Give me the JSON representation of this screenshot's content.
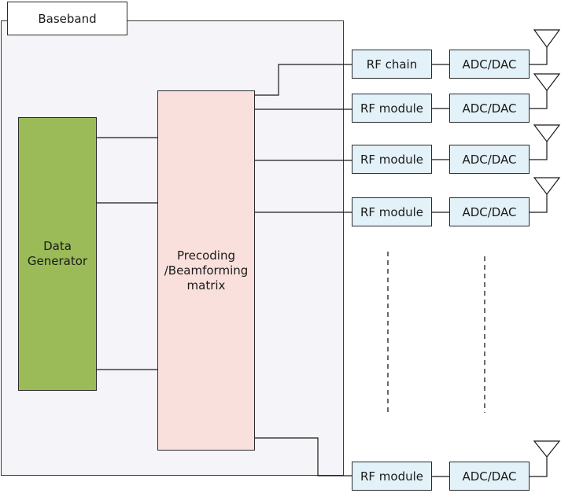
{
  "baseband": {
    "label": "Baseband"
  },
  "data_generator": {
    "label": "Data\nGenerator"
  },
  "precoding": {
    "label": "Precoding\n/Beamforming\nmatrix"
  },
  "rf_chains": [
    {
      "rf_label": "RF chain",
      "adc_label": "ADC/DAC"
    },
    {
      "rf_label": "RF module",
      "adc_label": "ADC/DAC"
    },
    {
      "rf_label": "RF module",
      "adc_label": "ADC/DAC"
    },
    {
      "rf_label": "RF module",
      "adc_label": "ADC/DAC"
    },
    {
      "rf_label": "RF module",
      "adc_label": "ADC/DAC"
    }
  ]
}
